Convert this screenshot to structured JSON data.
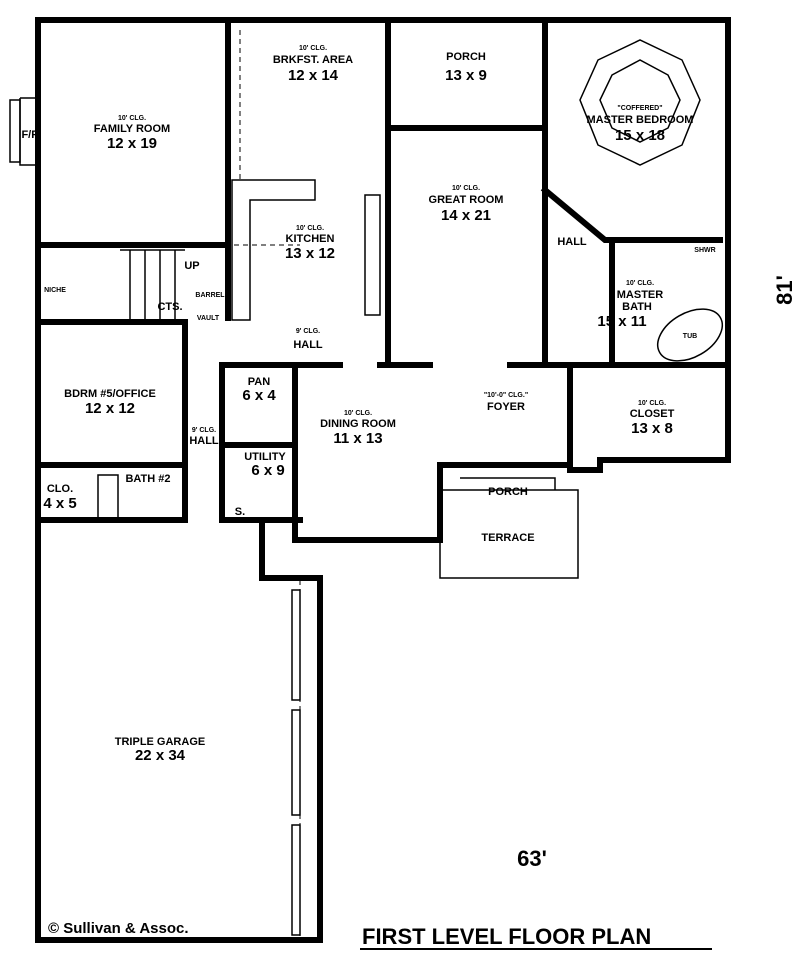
{
  "rooms": {
    "brkfst": {
      "clg": "10' CLG.",
      "name": "BRKFST. AREA",
      "size": "12 x 14"
    },
    "porch_top": {
      "name": "PORCH",
      "size": "13 x 9"
    },
    "master_bedroom": {
      "note": "\"COFFERED\"",
      "name": "MASTER BEDROOM",
      "size": "15 x 18"
    },
    "family": {
      "clg": "10' CLG.",
      "name": "FAMILY ROOM",
      "size": "12 x 19"
    },
    "fp": "F/P",
    "kitchen": {
      "clg": "10' CLG.",
      "name": "KITCHEN",
      "size": "13 x 12"
    },
    "great": {
      "clg": "10' CLG.",
      "name": "GREAT ROOM",
      "size": "14 x 21"
    },
    "hall_master": "HALL",
    "shower": "SHWR",
    "master_bath": {
      "clg": "10' CLG.",
      "name": "MASTER",
      "name2": "BATH",
      "size": "15 x 11"
    },
    "tub": "TUB",
    "niche": "NICHE",
    "up": "UP",
    "barrel": "BARREL",
    "vault": "VAULT",
    "cts": "CTS.",
    "hall_center": {
      "clg": "9' CLG.",
      "name": "HALL"
    },
    "bdrm5": {
      "name": "BDRM #5/OFFICE",
      "size": "12 x 12"
    },
    "pan": {
      "name": "PAN",
      "size": "6 x 4"
    },
    "hall_left": {
      "clg": "9' CLG.",
      "name": "HALL"
    },
    "utility": {
      "name": "UTILITY",
      "size": "6 x 9"
    },
    "dining": {
      "clg": "10' CLG.",
      "name": "DINING ROOM",
      "size": "11 x 13"
    },
    "foyer": {
      "clg": "\"10'-0\" CLG.\"",
      "name": "FOYER"
    },
    "closet": {
      "clg": "10' CLG.",
      "name": "CLOSET",
      "size": "13 x 8"
    },
    "clo": {
      "name": "CLO.",
      "size": "4 x 5"
    },
    "bath2": "BATH #2",
    "s": "S.",
    "porch_front": "PORCH",
    "terrace": "TERRACE",
    "garage": {
      "name": "TRIPLE GARAGE",
      "size": "22 x 34"
    }
  },
  "dimensions": {
    "width": "63'",
    "depth": "81'"
  },
  "copyright": "© Sullivan & Assoc.",
  "title": "FIRST LEVEL FLOOR PLAN"
}
